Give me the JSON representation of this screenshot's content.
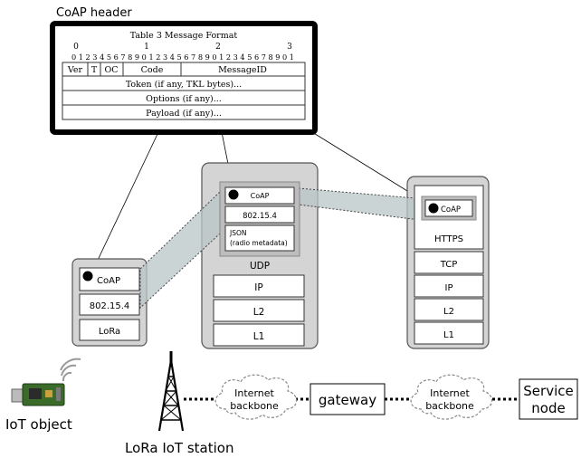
{
  "coap_header_title": "CoAP header",
  "table": {
    "caption": "Table 3 Message Format",
    "bit_major": [
      "0",
      "1",
      "2",
      "3"
    ],
    "bit_minor": "0 1 2 3 4 5 6 7 8 9 0 1 2 3 4 5 6 7 8 9 0 1 2 3 4 5 6 7 8 9 0 1",
    "fields": {
      "ver": "Ver",
      "t": "T",
      "oc": "OC",
      "code": "Code",
      "message_id": "MessageID"
    },
    "token_row": "Token (if any, TKL bytes)...",
    "options_row": "Options (if any)...",
    "payload_row": "Payload (if any)..."
  },
  "iot_stack": [
    "CoAP",
    "802.15.4",
    "LoRa"
  ],
  "gateway_stack": {
    "inner": [
      "CoAP",
      "802.15.4"
    ],
    "json_line1": "JSON",
    "json_line2": "(radio metadata)",
    "lower": [
      "UDP",
      "IP",
      "L2",
      "L1"
    ]
  },
  "server_stack": [
    "CoAP",
    "HTTPS",
    "TCP",
    "IP",
    "L2",
    "L1"
  ],
  "bottom": {
    "iot_object": "IoT object",
    "lora_station": "LoRa IoT station",
    "cloud1_line1": "Internet",
    "cloud1_line2": "backbone",
    "gateway": "gateway",
    "cloud2_line1": "Internet",
    "cloud2_line2": "backbone",
    "service_line1": "Service",
    "service_line2": "node"
  },
  "colors": {
    "stack_fill": "#d4d4d4",
    "band_fill": "#b9c6c6",
    "device_green": "#3a6b28",
    "dongle_grey": "#bbbbbb"
  },
  "icons": [
    "usb-lora-dongle-icon",
    "wifi-signal-icon",
    "radio-tower-icon",
    "cloud-icon",
    "packet-dot-icon"
  ]
}
